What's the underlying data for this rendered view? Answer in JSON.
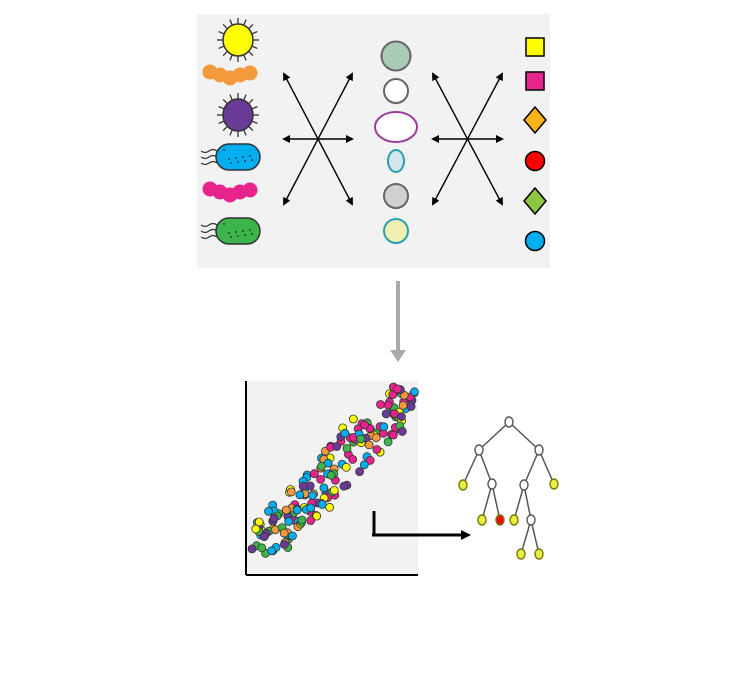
{
  "colors": {
    "yellow": "#ffff00",
    "orange": "#f39a3c",
    "purple": "#6a3b96",
    "blue": "#00aeef",
    "pink": "#e8238c",
    "green": "#3cb54a",
    "red": "#ff0000",
    "amber": "#fbb216",
    "lime": "#8dc63f",
    "sage": "#a9cbb4",
    "white": "#ffffff",
    "grey": "#d0d0d0",
    "lightblue": "#d6e6ee",
    "cream": "#f0eeb0",
    "magenta_ring": "#9b3c9b",
    "teal_ring": "#2aa0b0",
    "leaf_green": "#e8f040",
    "arrow_grey": "#aaaaaa"
  },
  "microbes": [
    {
      "kind": "coccus-spiky",
      "color": "yellow"
    },
    {
      "kind": "chain",
      "color": "orange"
    },
    {
      "kind": "coccus-spiky",
      "color": "purple"
    },
    {
      "kind": "bacillus-flagella",
      "color": "blue"
    },
    {
      "kind": "chain",
      "color": "pink"
    },
    {
      "kind": "bacillus-flagella",
      "color": "green"
    }
  ],
  "cell_shapes": [
    {
      "shape": "circle",
      "fill": "sage",
      "stroke": "#666666"
    },
    {
      "shape": "circle",
      "fill": "white",
      "stroke": "#666666"
    },
    {
      "shape": "ellipse",
      "fill": "white",
      "stroke": "magenta_ring"
    },
    {
      "shape": "ellipse-small",
      "fill": "lightblue",
      "stroke": "teal_ring"
    },
    {
      "shape": "circle",
      "fill": "grey",
      "stroke": "#666666"
    },
    {
      "shape": "circle",
      "fill": "cream",
      "stroke": "teal_ring"
    }
  ],
  "symbols": [
    {
      "shape": "square",
      "color": "yellow"
    },
    {
      "shape": "square",
      "color": "pink"
    },
    {
      "shape": "diamond",
      "color": "amber"
    },
    {
      "shape": "circle",
      "color": "red"
    },
    {
      "shape": "diamond",
      "color": "lime"
    },
    {
      "shape": "circle",
      "color": "blue"
    }
  ]
}
